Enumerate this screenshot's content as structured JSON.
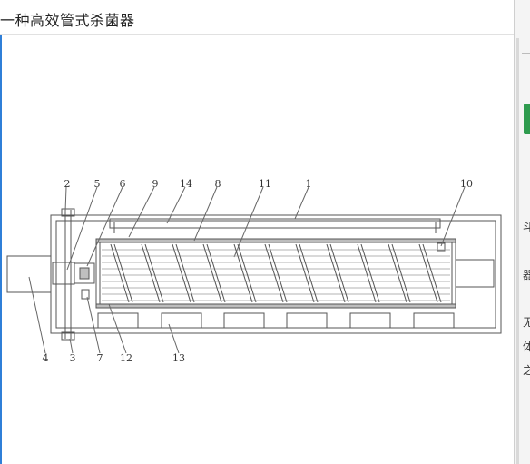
{
  "dialog": {
    "title": "一种高效管式杀菌器"
  },
  "figure": {
    "labels_top": [
      "2",
      "5",
      "6",
      "9",
      "14",
      "8",
      "11",
      "1",
      "10"
    ],
    "labels_bottom": [
      "4",
      "3",
      "7",
      "12",
      "13"
    ]
  },
  "background_page": {
    "glyphs": [
      "斗",
      "器",
      "无",
      "体",
      "之"
    ]
  }
}
